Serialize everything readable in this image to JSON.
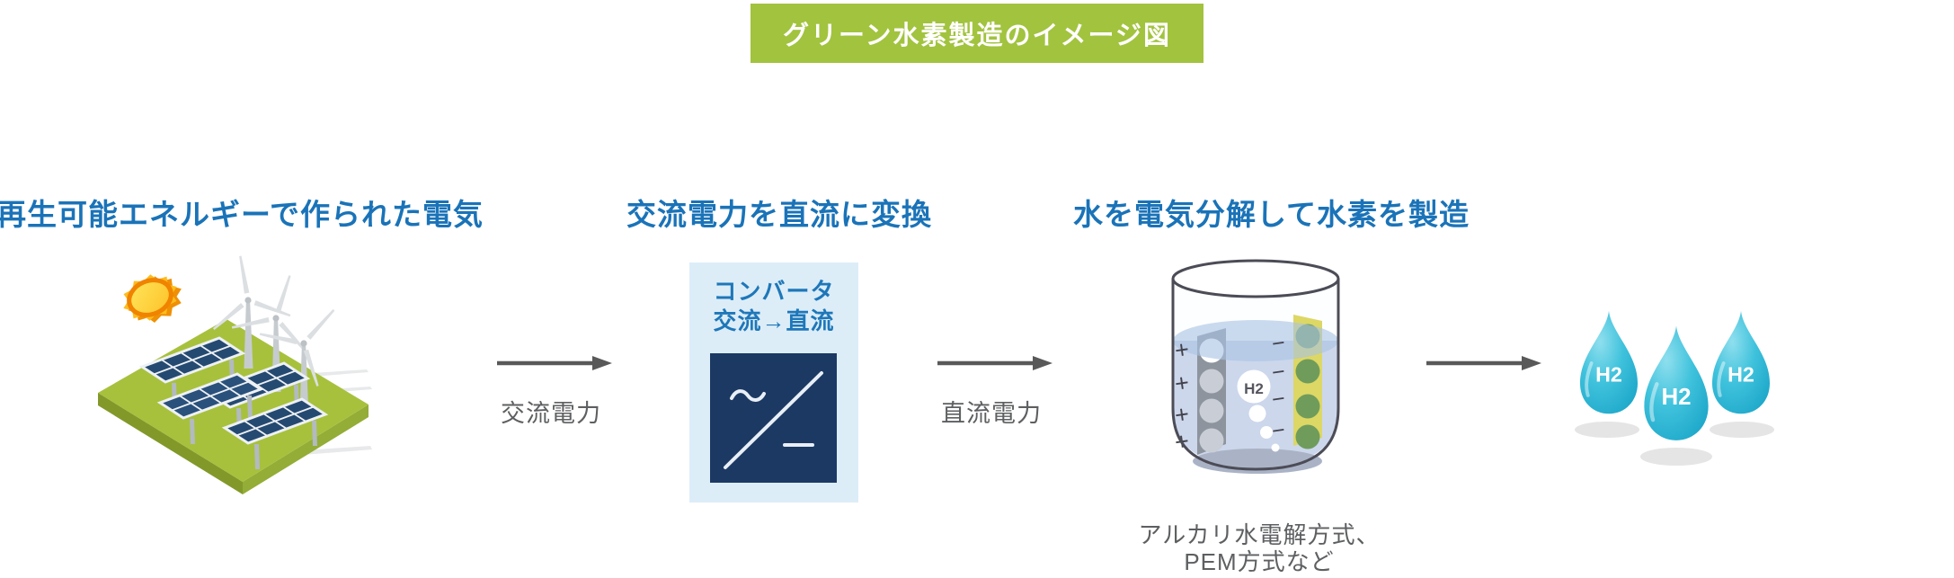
{
  "banner": {
    "title": "グリーン水素製造のイメージ図"
  },
  "steps": {
    "renewable": {
      "title": "再生可能エネルギーで作られた電気"
    },
    "converter": {
      "title": "交流電力を直流に変換",
      "box_line1": "コンバータ",
      "box_line2": "交流→直流"
    },
    "electrolysis": {
      "title": "水を電気分解して水素を製造",
      "caption_line1": "アルカリ水電解方式、",
      "caption_line2": "PEM方式など",
      "bubble_label": "H2",
      "plus_sign": "+",
      "minus_sign": "−"
    },
    "hydrogen": {
      "droplet_labels": [
        "H2",
        "H2",
        "H2"
      ]
    }
  },
  "arrows": {
    "ac_label": "交流電力",
    "dc_label": "直流電力"
  },
  "colors": {
    "accent_green": "#a2c33e",
    "title_blue": "#1a73b8",
    "text_gray": "#5d5f61",
    "arrow_gray": "#595959",
    "converter_bg": "#dcedf8",
    "converter_navy": "#1b3963",
    "droplet_cyan": "#2cb5d6",
    "platform_green": "#a7c13d",
    "panel_navy": "#254a72",
    "sun_orange": "#f08300",
    "electrode_gray": "#8d949d",
    "electrode_yellow": "#ddd765"
  }
}
